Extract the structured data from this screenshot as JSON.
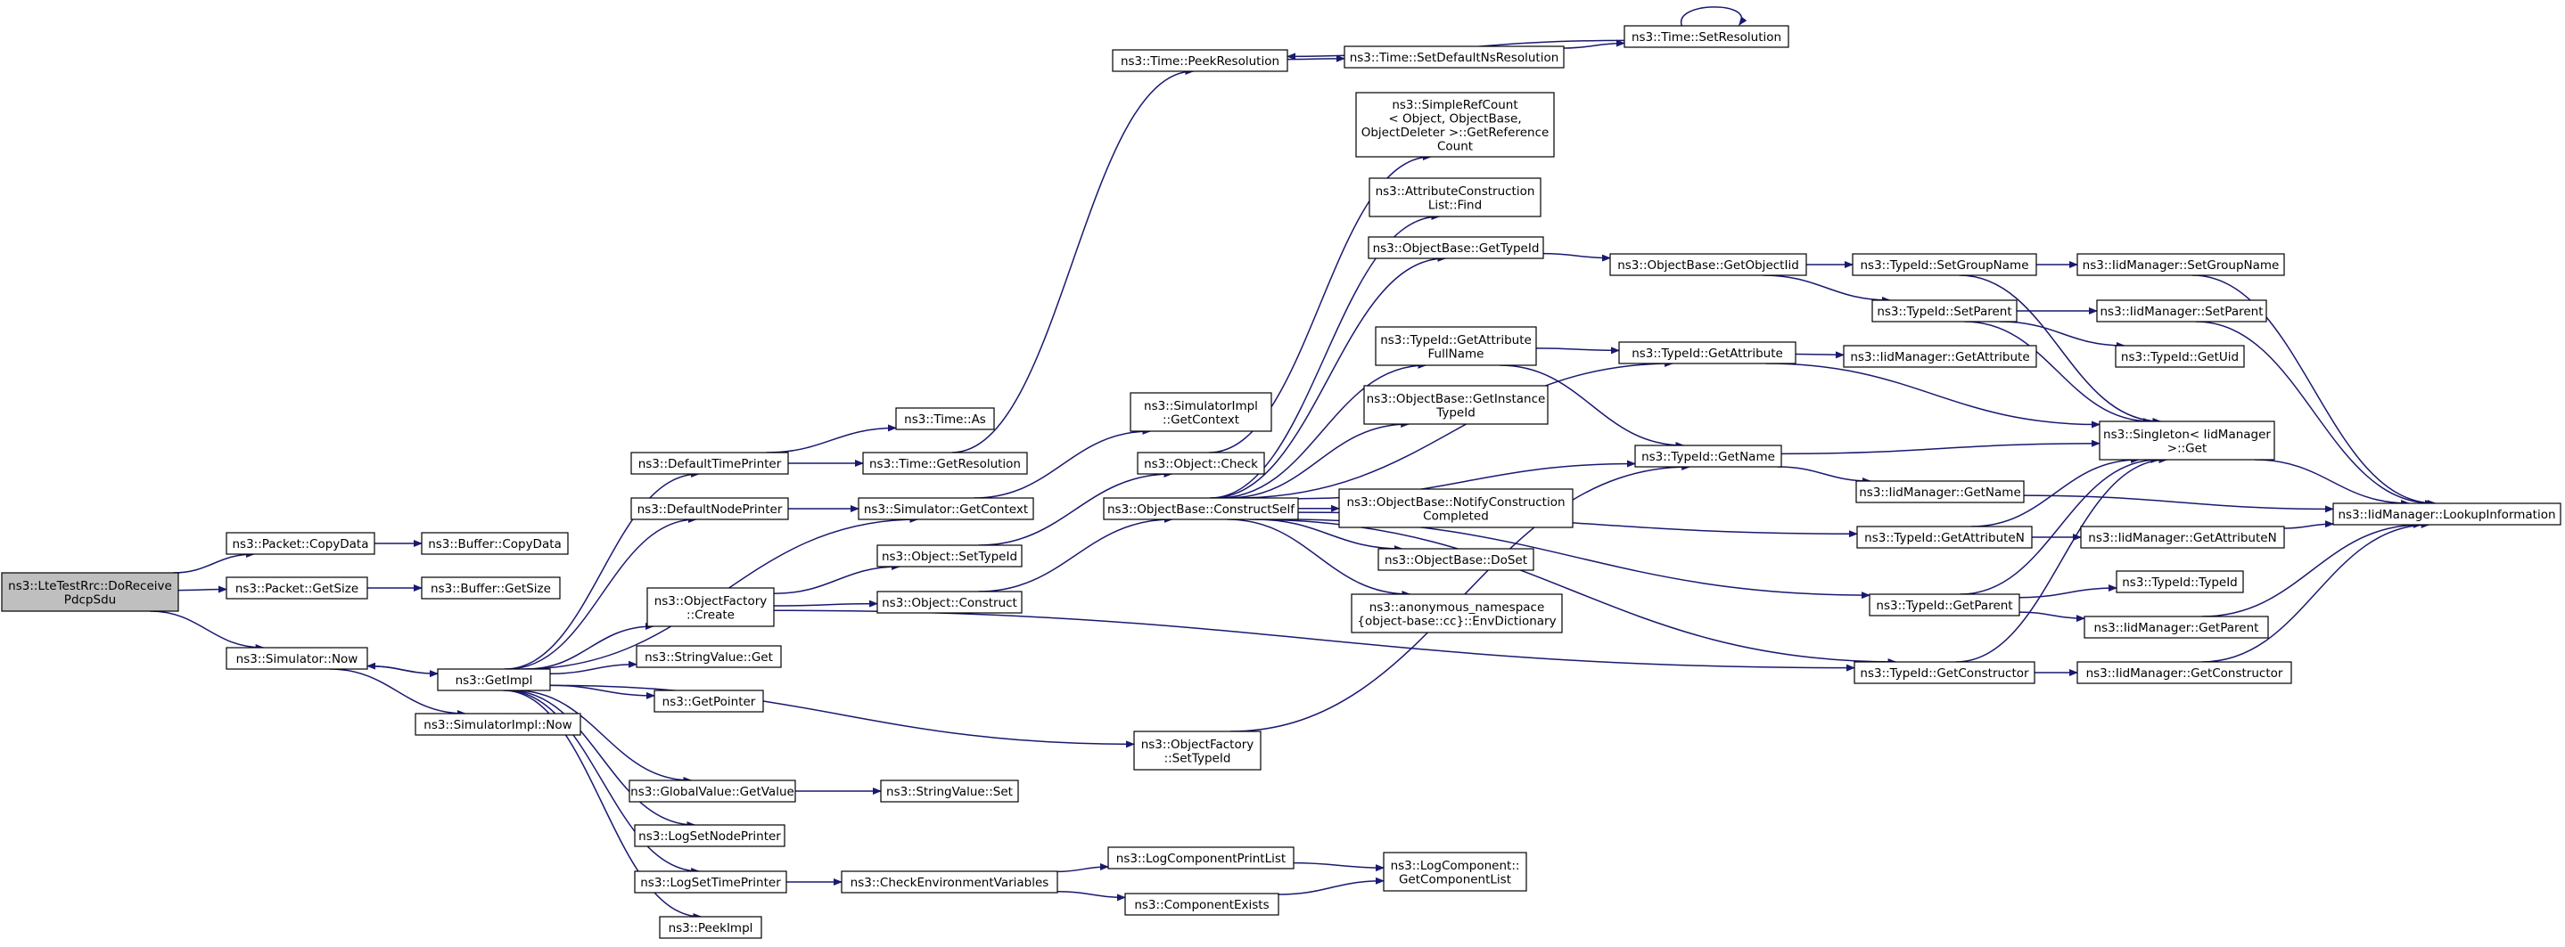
{
  "colors": {
    "edge": "#191970",
    "node_fill": "#ffffff",
    "root_fill": "#bfbfbf",
    "node_border": "#000000"
  },
  "nodes": [
    {
      "id": "root",
      "lines": [
        "ns3::LteTestRrc::DoReceive",
        "PdcpSdu"
      ],
      "root": true
    },
    {
      "id": "pktcopy",
      "lines": [
        "ns3::Packet::CopyData"
      ]
    },
    {
      "id": "pktsize",
      "lines": [
        "ns3::Packet::GetSize"
      ]
    },
    {
      "id": "simnow",
      "lines": [
        "ns3::Simulator::Now"
      ]
    },
    {
      "id": "bufcopy",
      "lines": [
        "ns3::Buffer::CopyData"
      ]
    },
    {
      "id": "bufsize",
      "lines": [
        "ns3::Buffer::GetSize"
      ]
    },
    {
      "id": "getimpl",
      "lines": [
        "ns3::GetImpl"
      ]
    },
    {
      "id": "simimplnow",
      "lines": [
        "ns3::SimulatorImpl::Now"
      ]
    },
    {
      "id": "deftp",
      "lines": [
        "ns3::DefaultTimePrinter"
      ]
    },
    {
      "id": "defnp",
      "lines": [
        "ns3::DefaultNodePrinter"
      ]
    },
    {
      "id": "ofcreate",
      "lines": [
        "ns3::ObjectFactory",
        "::Create"
      ]
    },
    {
      "id": "svget",
      "lines": [
        "ns3::StringValue::Get"
      ]
    },
    {
      "id": "getptr",
      "lines": [
        "ns3::GetPointer"
      ]
    },
    {
      "id": "gvget",
      "lines": [
        "ns3::GlobalValue::GetValue"
      ]
    },
    {
      "id": "logsnp",
      "lines": [
        "ns3::LogSetNodePrinter"
      ]
    },
    {
      "id": "logstp",
      "lines": [
        "ns3::LogSetTimePrinter"
      ]
    },
    {
      "id": "peekimpl",
      "lines": [
        "ns3::PeekImpl"
      ]
    },
    {
      "id": "timeas",
      "lines": [
        "ns3::Time::As"
      ]
    },
    {
      "id": "timegetres",
      "lines": [
        "ns3::Time::GetResolution"
      ]
    },
    {
      "id": "simgetctx",
      "lines": [
        "ns3::Simulator::GetContext"
      ]
    },
    {
      "id": "objsettid",
      "lines": [
        "ns3::Object::SetTypeId"
      ]
    },
    {
      "id": "objconstruct",
      "lines": [
        "ns3::Object::Construct"
      ]
    },
    {
      "id": "ofsettid",
      "lines": [
        "ns3::ObjectFactory",
        "::SetTypeId"
      ]
    },
    {
      "id": "svset",
      "lines": [
        "ns3::StringValue::Set"
      ]
    },
    {
      "id": "checkenv",
      "lines": [
        "ns3::CheckEnvironmentVariables"
      ]
    },
    {
      "id": "timepeek",
      "lines": [
        "ns3::Time::PeekResolution"
      ]
    },
    {
      "id": "simimplctx",
      "lines": [
        "ns3::SimulatorImpl",
        "::GetContext"
      ]
    },
    {
      "id": "objcheck",
      "lines": [
        "ns3::Object::Check"
      ]
    },
    {
      "id": "obconstruct",
      "lines": [
        "ns3::ObjectBase::ConstructSelf"
      ]
    },
    {
      "id": "logcpl",
      "lines": [
        "ns3::LogComponentPrintList"
      ]
    },
    {
      "id": "compexists",
      "lines": [
        "ns3::ComponentExists"
      ]
    },
    {
      "id": "timesetdef",
      "lines": [
        "ns3::Time::SetDefaultNsResolution"
      ]
    },
    {
      "id": "timesetres",
      "lines": [
        "ns3::Time::SetResolution"
      ]
    },
    {
      "id": "simplerefcount",
      "lines": [
        "ns3::SimpleRefCount",
        "< Object, ObjectBase,",
        "ObjectDeleter >::GetReference",
        "Count"
      ]
    },
    {
      "id": "acfind",
      "lines": [
        "ns3::AttributeConstruction",
        "List::Find"
      ]
    },
    {
      "id": "obgettid",
      "lines": [
        "ns3::ObjectBase::GetTypeId"
      ]
    },
    {
      "id": "tidgetattrfull",
      "lines": [
        "ns3::TypeId::GetAttribute",
        "FullName"
      ]
    },
    {
      "id": "obgetinst",
      "lines": [
        "ns3::ObjectBase::GetInstance",
        "TypeId"
      ]
    },
    {
      "id": "obnotify",
      "lines": [
        "ns3::ObjectBase::NotifyConstruction",
        "Completed"
      ]
    },
    {
      "id": "obdoset",
      "lines": [
        "ns3::ObjectBase::DoSet"
      ]
    },
    {
      "id": "anonenv",
      "lines": [
        "ns3::anonymous_namespace",
        "{object-base::cc}::EnvDictionary"
      ]
    },
    {
      "id": "lcgetlist",
      "lines": [
        "ns3::LogComponent::",
        "GetComponentList"
      ]
    },
    {
      "id": "obgetoid",
      "lines": [
        "ns3::ObjectBase::GetObjectIid"
      ]
    },
    {
      "id": "tidgetattr",
      "lines": [
        "ns3::TypeId::GetAttribute"
      ]
    },
    {
      "id": "tidgetname",
      "lines": [
        "ns3::TypeId::GetName"
      ]
    },
    {
      "id": "tidgetattrn",
      "lines": [
        "ns3::TypeId::GetAttributeN"
      ]
    },
    {
      "id": "tidgetparent",
      "lines": [
        "ns3::TypeId::GetParent"
      ]
    },
    {
      "id": "tidgetctor",
      "lines": [
        "ns3::TypeId::GetConstructor"
      ]
    },
    {
      "id": "tidsetgroup",
      "lines": [
        "ns3::TypeId::SetGroupName"
      ]
    },
    {
      "id": "tidsetparent",
      "lines": [
        "ns3::TypeId::SetParent"
      ]
    },
    {
      "id": "iidgetattr",
      "lines": [
        "ns3::IidManager::GetAttribute"
      ]
    },
    {
      "id": "iidgetname",
      "lines": [
        "ns3::IidManager::GetName"
      ]
    },
    {
      "id": "iidgetattrn",
      "lines": [
        "ns3::IidManager::GetAttributeN"
      ]
    },
    {
      "id": "iidgetparent",
      "lines": [
        "ns3::IidManager::GetParent"
      ]
    },
    {
      "id": "iidgetctor",
      "lines": [
        "ns3::IidManager::GetConstructor"
      ]
    },
    {
      "id": "iidsetgroup",
      "lines": [
        "ns3::IidManager::SetGroupName"
      ]
    },
    {
      "id": "iidsetparent",
      "lines": [
        "ns3::IidManager::SetParent"
      ]
    },
    {
      "id": "tidgetuid",
      "lines": [
        "ns3::TypeId::GetUid"
      ]
    },
    {
      "id": "singleton",
      "lines": [
        "ns3::Singleton< IidManager",
        ">::Get"
      ]
    },
    {
      "id": "tidtid",
      "lines": [
        "ns3::TypeId::TypeId"
      ]
    },
    {
      "id": "iidlookup",
      "lines": [
        "ns3::IidManager::LookupInformation"
      ]
    }
  ],
  "edges": [
    [
      "root",
      "pktcopy"
    ],
    [
      "root",
      "pktsize"
    ],
    [
      "root",
      "simnow"
    ],
    [
      "pktcopy",
      "bufcopy"
    ],
    [
      "pktsize",
      "bufsize"
    ],
    [
      "simnow",
      "getimpl"
    ],
    [
      "simnow",
      "simimplnow"
    ],
    [
      "getimpl",
      "deftp"
    ],
    [
      "getimpl",
      "defnp"
    ],
    [
      "getimpl",
      "simnow"
    ],
    [
      "getimpl",
      "ofcreate"
    ],
    [
      "getimpl",
      "svget"
    ],
    [
      "getimpl",
      "getptr"
    ],
    [
      "getimpl",
      "gvget"
    ],
    [
      "getimpl",
      "logsnp"
    ],
    [
      "getimpl",
      "logstp"
    ],
    [
      "getimpl",
      "peekimpl"
    ],
    [
      "getimpl",
      "simgetctx"
    ],
    [
      "getimpl",
      "ofsettid"
    ],
    [
      "deftp",
      "timeas"
    ],
    [
      "deftp",
      "timegetres"
    ],
    [
      "defnp",
      "simgetctx"
    ],
    [
      "ofcreate",
      "objsettid"
    ],
    [
      "ofcreate",
      "objconstruct"
    ],
    [
      "ofcreate",
      "tidgetctor"
    ],
    [
      "gvget",
      "svset"
    ],
    [
      "logstp",
      "checkenv"
    ],
    [
      "timegetres",
      "timepeek"
    ],
    [
      "simgetctx",
      "simimplctx"
    ],
    [
      "objsettid",
      "objcheck"
    ],
    [
      "objconstruct",
      "obconstruct"
    ],
    [
      "ofsettid",
      "tidgetname"
    ],
    [
      "checkenv",
      "logcpl"
    ],
    [
      "checkenv",
      "compexists"
    ],
    [
      "timepeek",
      "timesetdef"
    ],
    [
      "timesetdef",
      "timesetres"
    ],
    [
      "timesetres",
      "timepeek"
    ],
    [
      "timesetres",
      "timesetres"
    ],
    [
      "objcheck",
      "simplerefcount"
    ],
    [
      "obconstruct",
      "acfind"
    ],
    [
      "obconstruct",
      "obgettid"
    ],
    [
      "obconstruct",
      "tidgetattrfull"
    ],
    [
      "obconstruct",
      "obgetinst"
    ],
    [
      "obconstruct",
      "obnotify"
    ],
    [
      "obconstruct",
      "obdoset"
    ],
    [
      "obconstruct",
      "anonenv"
    ],
    [
      "obconstruct",
      "tidgetattr"
    ],
    [
      "obconstruct",
      "tidgetname"
    ],
    [
      "obconstruct",
      "tidgetattrn"
    ],
    [
      "obconstruct",
      "tidgetparent"
    ],
    [
      "obconstruct",
      "tidgetctor"
    ],
    [
      "logcpl",
      "lcgetlist"
    ],
    [
      "compexists",
      "lcgetlist"
    ],
    [
      "obgettid",
      "obgetoid"
    ],
    [
      "tidgetattrfull",
      "tidgetattr"
    ],
    [
      "tidgetattrfull",
      "tidgetname"
    ],
    [
      "obgetoid",
      "tidsetgroup"
    ],
    [
      "obgetoid",
      "tidsetparent"
    ],
    [
      "tidsetgroup",
      "iidsetgroup"
    ],
    [
      "tidsetgroup",
      "singleton"
    ],
    [
      "tidsetparent",
      "iidsetparent"
    ],
    [
      "tidsetparent",
      "tidgetuid"
    ],
    [
      "tidsetparent",
      "singleton"
    ],
    [
      "tidgetattr",
      "iidgetattr"
    ],
    [
      "tidgetattr",
      "singleton"
    ],
    [
      "tidgetname",
      "iidgetname"
    ],
    [
      "tidgetname",
      "singleton"
    ],
    [
      "tidgetattrn",
      "iidgetattrn"
    ],
    [
      "tidgetattrn",
      "singleton"
    ],
    [
      "tidgetparent",
      "tidtid"
    ],
    [
      "tidgetparent",
      "iidgetparent"
    ],
    [
      "tidgetparent",
      "singleton"
    ],
    [
      "tidgetctor",
      "iidgetctor"
    ],
    [
      "tidgetctor",
      "singleton"
    ],
    [
      "iidsetgroup",
      "iidlookup"
    ],
    [
      "iidsetparent",
      "iidlookup"
    ],
    [
      "iidgetname",
      "iidlookup"
    ],
    [
      "iidgetattrn",
      "iidlookup"
    ],
    [
      "iidgetparent",
      "iidlookup"
    ],
    [
      "iidgetctor",
      "iidlookup"
    ],
    [
      "singleton",
      "iidlookup"
    ]
  ]
}
